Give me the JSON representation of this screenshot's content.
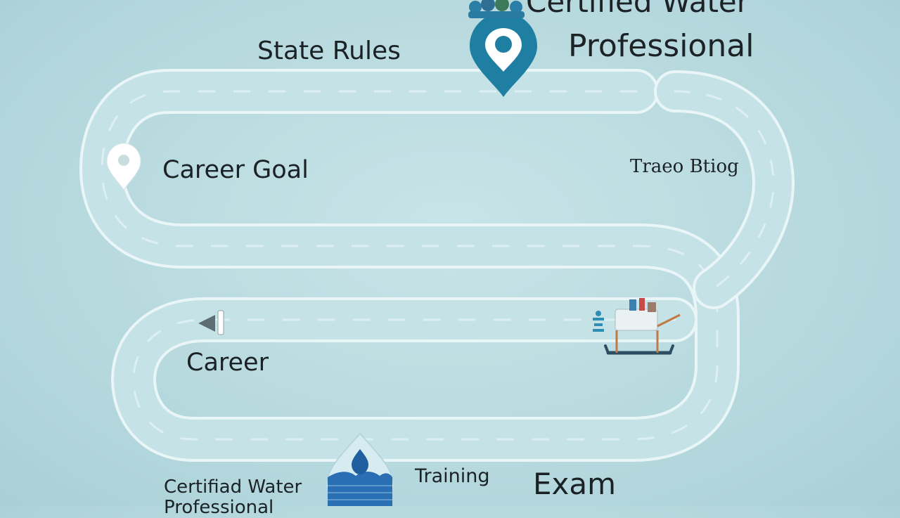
{
  "title": {
    "line1": "Certified Water",
    "line2": "Professional"
  },
  "milestones": {
    "state_rules": "State Rules",
    "career_goal": "Career Goal",
    "trade_blog": "Traeo Btiog",
    "career": "Career",
    "training": "Training",
    "exam": "Exam",
    "certified_bottom_line1": "Certifiad Water",
    "certified_bottom_line2": "Professional"
  },
  "icons": {
    "top_pin": "location-pin-icon",
    "left_pin": "location-pin-icon",
    "water_drop_badge": "water-drop-icon",
    "vehicle": "sled-vehicle-icon",
    "back_arrow": "arrow-left-icon",
    "people_group": "people-group-icon"
  },
  "colors": {
    "background": "#b6d9de",
    "road_fill": "#c4e2e6",
    "road_edge": "#e7f4f6",
    "pin_teal": "#1f7fa3",
    "water_blue": "#2a6fb3",
    "text": "#1b2226"
  }
}
